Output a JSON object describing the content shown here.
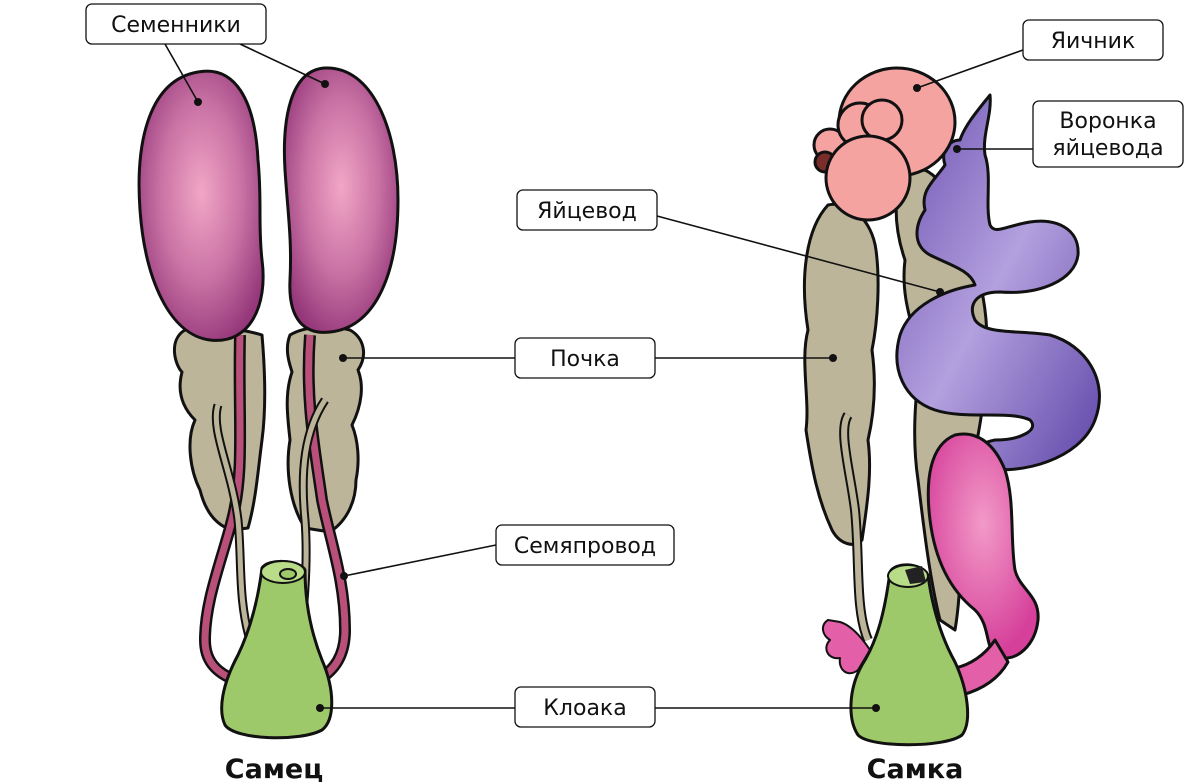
{
  "labels": {
    "testes": "Семенники",
    "kidney": "Почка",
    "vas_deferens": "Семяпровод",
    "cloaca": "Клоака",
    "ovary": "Яичник",
    "infundibulum_line1": "Воронка",
    "infundibulum_line2": "яйцевода",
    "oviduct": "Яйцевод"
  },
  "captions": {
    "male": "Самец",
    "female": "Самка"
  },
  "colors": {
    "testis": "#a1457f",
    "testis_highlight": "#f2a6c6",
    "kidney": "#bdb59a",
    "vas_deferens": "#b85079",
    "cloaca": "#9ec96a",
    "ovary": "#f4a3a1",
    "oviduct": "#7a5fb8",
    "oviduct_light": "#a996d8",
    "shell_gland": "#e360a8",
    "outline": "#111111"
  }
}
